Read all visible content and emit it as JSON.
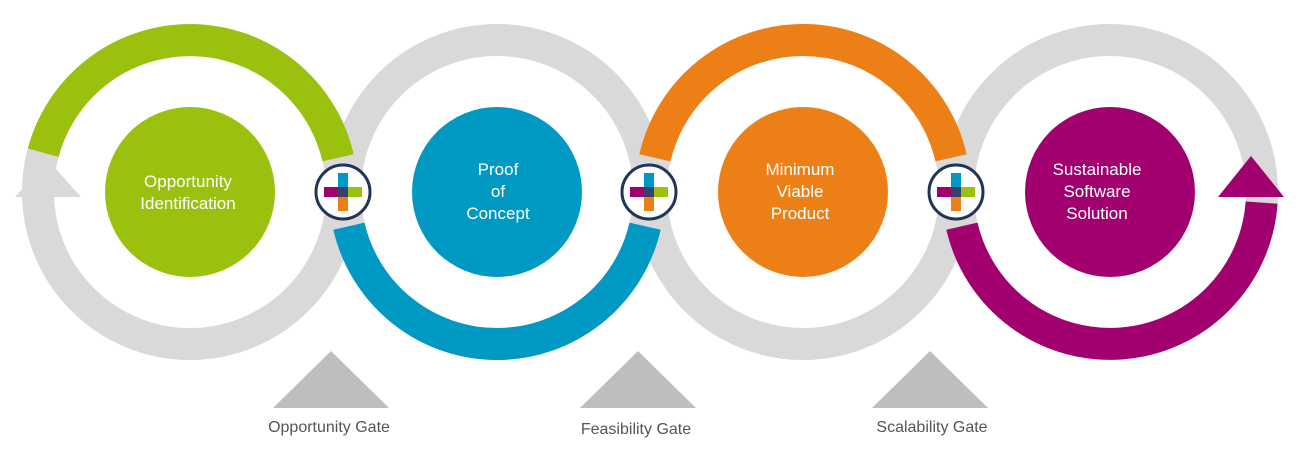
{
  "stages": [
    {
      "label": "Opportunity\nIdentification",
      "color": "#9BC10F"
    },
    {
      "label": "Proof\nof\nConcept",
      "color": "#0099C4"
    },
    {
      "label": "Minimum\nViable\nProduct",
      "color": "#ED7F17"
    },
    {
      "label": "Sustainable\nSoftware\nSolution",
      "color": "#A2006E"
    }
  ],
  "gates": [
    {
      "label": "Opportunity Gate"
    },
    {
      "label": "Feasibility Gate"
    },
    {
      "label": "Scalability Gate"
    }
  ],
  "colors": {
    "ring_gray": "#D9D9D9",
    "gate_triangle": "#BEBEBE",
    "gate_text": "#555555",
    "connector_border": "#1F3556"
  },
  "connector_icon": "plus-icon"
}
